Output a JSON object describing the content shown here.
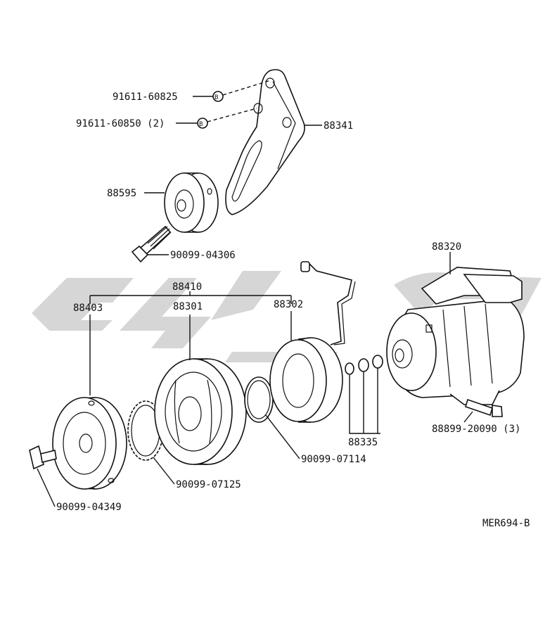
{
  "diagram": {
    "watermark_color": "#d6d6d6",
    "line_color": "#111111",
    "labels": {
      "p91611_60825": "91611-60825",
      "p91611_60850": "91611-60850 (2)",
      "p88341": "88341",
      "p88595": "88595",
      "p90099_04306": "90099-04306",
      "p88320": "88320",
      "p88410": "88410",
      "p88403": "88403",
      "p88301": "88301",
      "p88302": "88302",
      "p88335": "88335",
      "p88899_20090": "88899-20090 (3)",
      "p90099_07114": "90099-07114",
      "p90099_07125": "90099-07125",
      "p90099_04349": "90099-04349",
      "ref_code": "MER694-B"
    }
  }
}
